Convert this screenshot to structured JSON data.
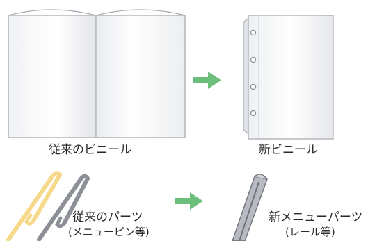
{
  "labels": {
    "old_vinyl": "従来のビニール",
    "new_vinyl": "新ビニール",
    "old_parts": "従来のパーツ",
    "old_parts_sub": "(メニューピン等)",
    "new_parts": "新メニューパーツ",
    "new_parts_sub": "(レール等)"
  },
  "colors": {
    "arrow": "#6cbf7a",
    "sheet_stroke": "#a9adb3",
    "pin_yellow": "#f6d98a",
    "pin_gray": "#8d9096",
    "rail": "#6f7379"
  }
}
